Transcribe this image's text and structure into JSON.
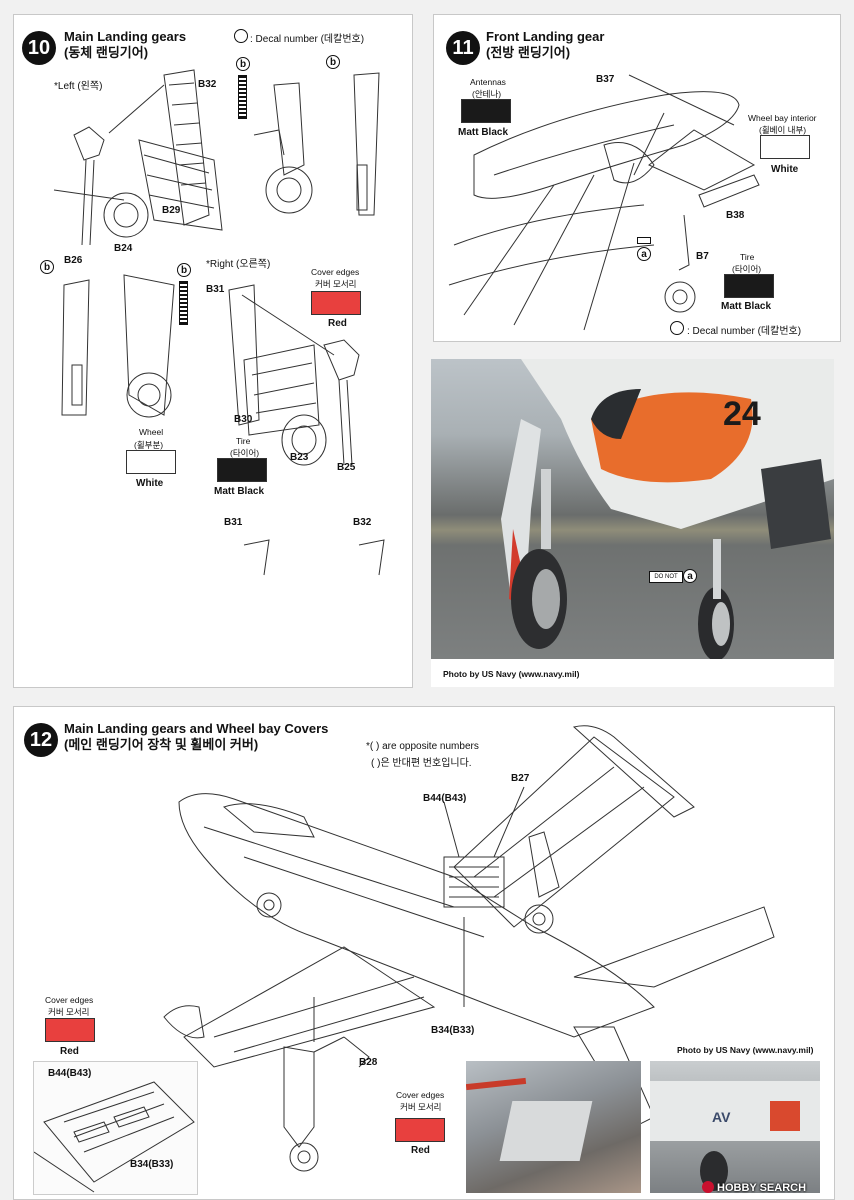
{
  "step10": {
    "num": "10",
    "title_en": "Main Landing gears",
    "title_ko": "(동체 랜딩기어)",
    "decal_note": ": Decal number (데칼번호)",
    "left_note": "*Left (왼쪽)",
    "right_note": "*Right (오른쪽)",
    "parts": [
      "B32",
      "B29",
      "B24",
      "B26",
      "B31",
      "B30",
      "B23",
      "B25"
    ],
    "callout": "b",
    "wheel": {
      "label_en": "Wheel",
      "label_ko": "(휠부분)",
      "color_name": "White",
      "color": "#ffffff"
    },
    "tire": {
      "label_en": "Tire",
      "label_ko": "(타이어)",
      "color_name": "Matt Black",
      "color": "#1a1a1a"
    },
    "cover": {
      "label_en": "Cover edges",
      "label_ko": "커버 모서리",
      "color_name": "Red",
      "color": "#e8403e"
    },
    "bottom_labels": [
      "B31",
      "B32"
    ]
  },
  "step11": {
    "num": "11",
    "title_en": "Front Landing gear",
    "title_ko": "(전방 랜딩기어)",
    "antennas": {
      "label_en": "Antennas",
      "label_ko": "(안테나)",
      "color_name": "Matt Black",
      "color": "#1a1a1a"
    },
    "wheelbay": {
      "label_en": "Wheel bay interior",
      "label_ko": "(휠베이 내부)",
      "color_name": "White",
      "color": "#ffffff"
    },
    "tire": {
      "label_en": "Tire",
      "label_ko": "(타이어)",
      "color_name": "Matt Black",
      "color": "#1a1a1a"
    },
    "parts": [
      "B37",
      "B38",
      "B7"
    ],
    "callout": "a",
    "decal_note": ": Decal number (데칼번호)"
  },
  "photo1": {
    "credit": "Photo by US Navy (www.navy.mil)",
    "callout": "a",
    "nose_number": "24",
    "decal_text": "DO NOT"
  },
  "step12": {
    "num": "12",
    "title_en": "Main Landing gears and Wheel bay Covers",
    "title_ko": "(메인 랜딩기어 장착 및 휠베이 커버)",
    "note_en": "*(  ) are opposite numbers",
    "note_ko": "(  )은 반대편 번호입니다.",
    "parts": [
      "B27",
      "B44(B43)",
      "B34(B33)",
      "B28"
    ],
    "cover1": {
      "label_en": "Cover edges",
      "label_ko": "커버 모서리",
      "color_name": "Red",
      "color": "#e8403e"
    },
    "inset_parts": [
      "B44(B43)",
      "B34(B33)"
    ],
    "cover2": {
      "label_en": "Cover edges",
      "label_ko": "커버 모서리",
      "color_name": "Red",
      "color": "#e8403e"
    },
    "credit": "Photo by US Navy (www.navy.mil)",
    "inset_photo_text": "AV",
    "watermark": "HOBBY SEARCH"
  }
}
